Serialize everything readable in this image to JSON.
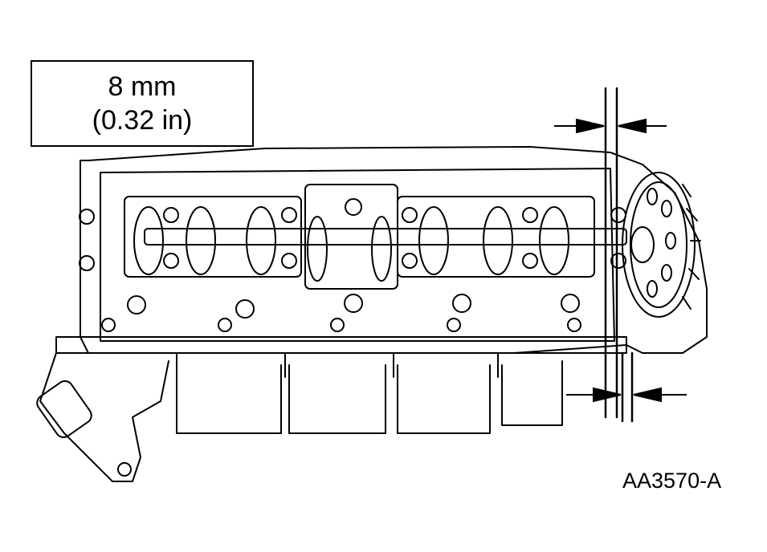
{
  "callout": {
    "line1": "8 mm",
    "line2": "(0.32 in)"
  },
  "figure_id": "AA3570-A",
  "colors": {
    "ink": "#000000",
    "paper": "#ffffff"
  }
}
